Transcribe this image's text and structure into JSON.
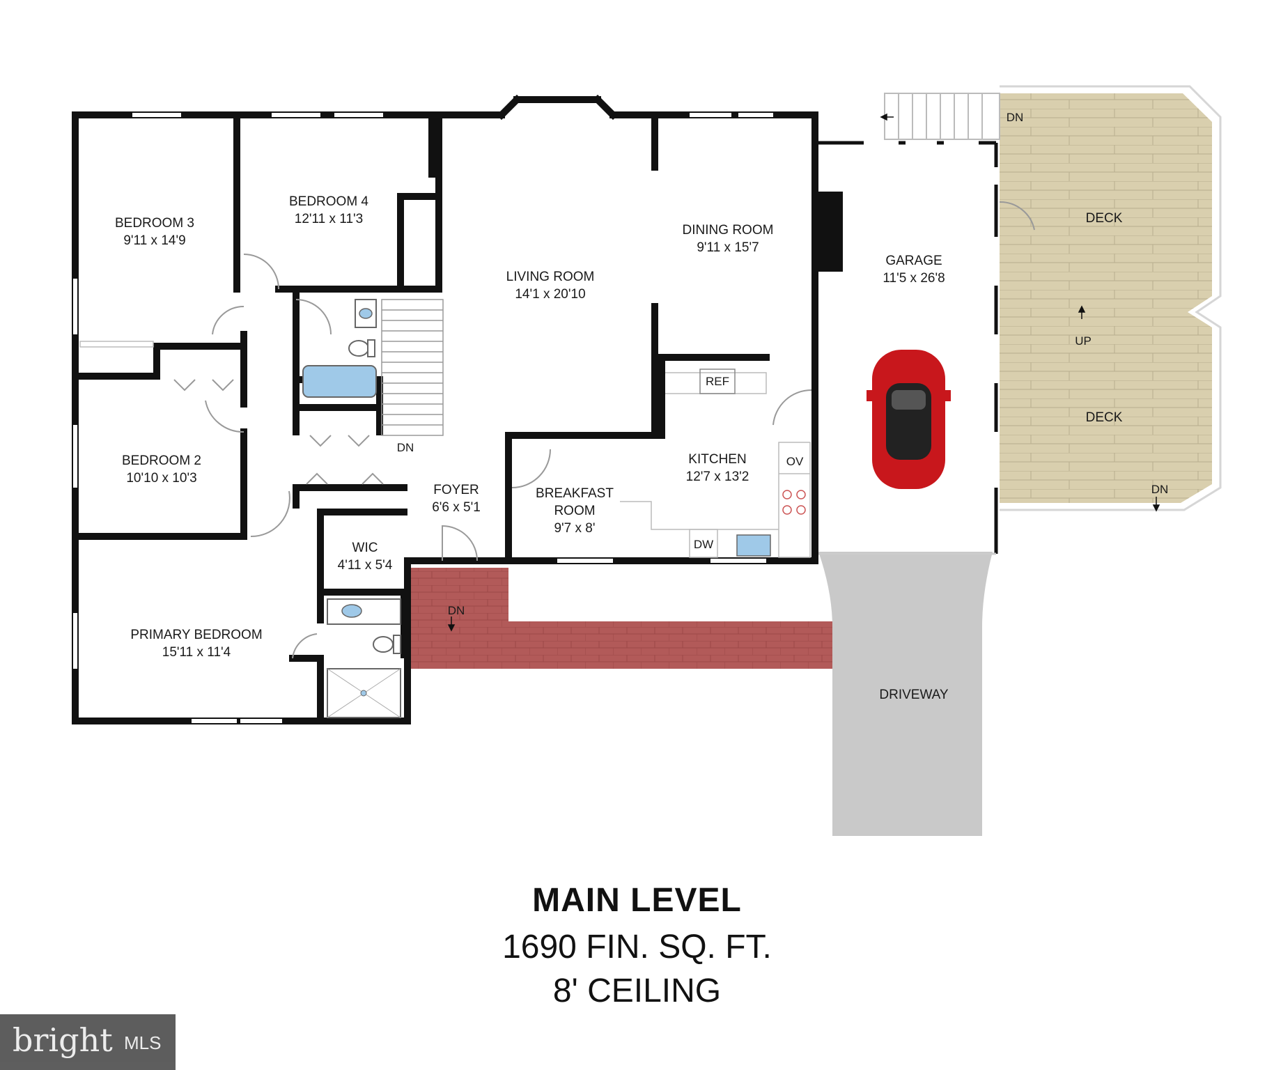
{
  "rooms": {
    "bedroom3": {
      "name": "BEDROOM 3",
      "size": "9'11 x 14'9"
    },
    "bedroom4": {
      "name": "BEDROOM 4",
      "size": "12'11 x 11'3"
    },
    "living": {
      "name": "LIVING ROOM",
      "size": "14'1 x 20'10"
    },
    "dining": {
      "name": "DINING ROOM",
      "size": "9'11 x 15'7"
    },
    "garage": {
      "name": "GARAGE",
      "size": "11'5 x 26'8"
    },
    "bedroom2": {
      "name": "BEDROOM 2",
      "size": "10'10 x 10'3"
    },
    "foyer": {
      "name": "FOYER",
      "size": "6'6 x 5'1"
    },
    "breakfast": {
      "name1": "BREAKFAST",
      "name2": "ROOM",
      "size": "9'7 x 8'"
    },
    "kitchen": {
      "name": "KITCHEN",
      "size": "12'7 x 13'2"
    },
    "wic": {
      "name": "WIC",
      "size": "4'11 x 5'4"
    },
    "primary": {
      "name": "PRIMARY BEDROOM",
      "size": "15'11 x 11'4"
    },
    "driveway": {
      "name": "DRIVEWAY"
    },
    "deck_top": {
      "name": "DECK"
    },
    "deck_bottom": {
      "name": "DECK"
    }
  },
  "markers": {
    "dn_deck_stair": "DN",
    "dn_interior_stair": "DN",
    "dn_walkway": "DN",
    "dn_deck": "DN",
    "up_deck": "UP"
  },
  "fixtures": {
    "ref": "REF",
    "ov": "OV",
    "dw": "DW"
  },
  "footer": {
    "level": "MAIN LEVEL",
    "area": "1690 FIN. SQ. FT.",
    "ceiling": "8' CEILING"
  },
  "logo": {
    "word": "bright",
    "suffix": "MLS"
  },
  "colors": {
    "wall": "#111111",
    "deck": "#d9cfae",
    "brick": "#b25a59",
    "driveway": "#c9c9c9",
    "car": "#c8171c",
    "fixture": "#9fc9e8"
  }
}
